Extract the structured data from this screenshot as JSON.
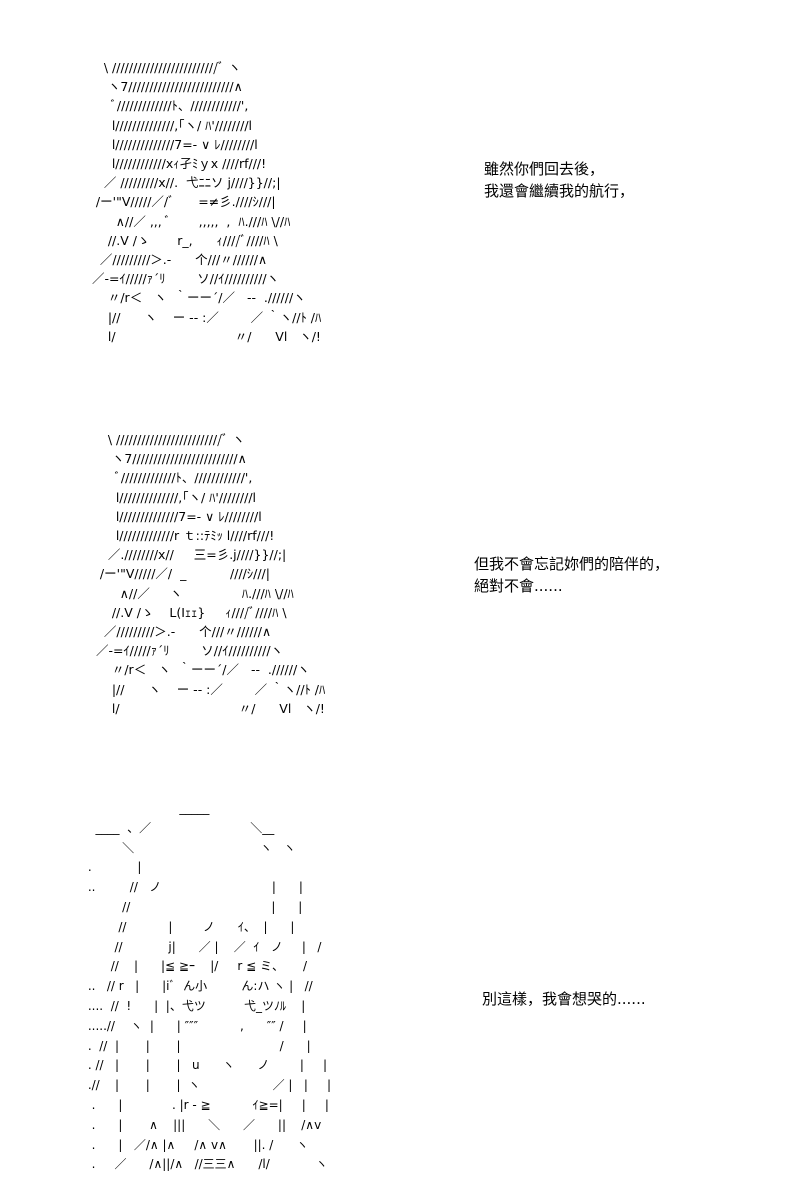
{
  "panels": [
    {
      "art": "     \\ /////////////////////////ﾞ ヽ\n      ヽ7/////////////////////////∧\n       ﾞ/////////////ﾄ、////////////',\n       l//////////////,｢ヽ/ ﾊ'////////l\n       l//////////////7=- ∨ ﾚ////////l\n       l////////////xｨ孑ﾐｙx ////rf///!\n     ／ /////////x//.  弋ﾆﾆソ j////}}//;|\n   /ー'\"V/////／/ﾞ      =≠彡.////ｼ///|\n        ∧//／ ,,, ﾞ       ,,,,,  ,  ﾊ.///ﾊ \\//ﾊ\n      //.V /ゝ       r_,      ｨ////ﾞ////ﾊ \\\n    ／/////////＞.-      个///〃//////∧\n  ／-=ｲ/////ｧ´ﾘ        ソ//ｲ//////////ヽ\n      〃/r＜   ヽ  ｀ーー´/／   --  .//////ヽ\n      |//      ヽ    ー -- :／        ／ ｀ヽ//ﾄ /ﾊ\n      l/                              〃/      Vl   ヽ/!",
      "caption": [
        "雖然你們回去後，",
        "我還會繼續我的航行，"
      ]
    },
    {
      "art": "     \\ /////////////////////////ﾞ ヽ\n      ヽ7/////////////////////////∧\n       ﾞ/////////////ﾄ、////////////',\n       l//////////////,｢ヽ/ ﾊ'////////l\n       l//////////////7=- ∨ ﾚ////////l\n       l/////////////r ｔ::ﾃﾐｯ l////rf///!\n     ／.////////x//     三=彡.j////}}//;|\n   /ー'\"V/////／/  _           ////ｼ///|\n        ∧//／     ヽ               ﾊ.///ﾊ \\//ﾊ\n      //.V /ゝ    L(Iｪｪ}     ｨ////ﾞ////ﾊ \\\n    ／/////////＞.-      个///〃//////∧\n  ／-=ｲ/////ｧ´ﾘ        ソ//ｲ//////////ヽ\n      〃/r＜   ヽ  ｀ーー´/／   --  .//////ヽ\n      |//      ヽ    ー -- :／        ／ ｀ヽ//ﾄ /ﾊ\n      l/                              〃/      Vl   ヽ/!",
      "caption": [
        "但我不會忘記妳們的陪伴的，",
        "絕對不會......"
      ]
    },
    {
      "art": "                         _____\n   ____  、／                          ＼__\n          ＼                                 ヽ   ヽ\n .            |\n ..         //   ノ                             |      |\n          //                                     |      |\n         //           |        ノ      ｲ、  |      |\n        //            j|      ／ |    ／  ｲ   ノ     |   /\n       //    |      |≦ ≧ｰ    |/     r ≦ ミ、     /\n ..   // r   |      |iﾞ  ん小         ん:ハ ヽ |   //\n ....  //  !      |  |、弋ツ          弋_ツﾉﾙ    |\n .....//    ヽ  |      | ″″″           ,      ″″ /     |\n .  //  |       |       |                          /      |\n . //   |       |       |   u      ヽ      ノ        |     |\n .//    |       |       |  ヽ                   ／ |   |     |\n  .      |             . |r - ≧           ｲ≧=|     |     |\n  .      |       ∧    |||      ＼      ／      ||    /∧v\n  .      |   ／/∧ |∧     /∧ v∧       ||. /      ヽ\n  .     ／      /∧||/∧   //三三∧      /l/            ヽ",
      "caption": [
        "別這樣，我會想哭的......"
      ]
    }
  ]
}
